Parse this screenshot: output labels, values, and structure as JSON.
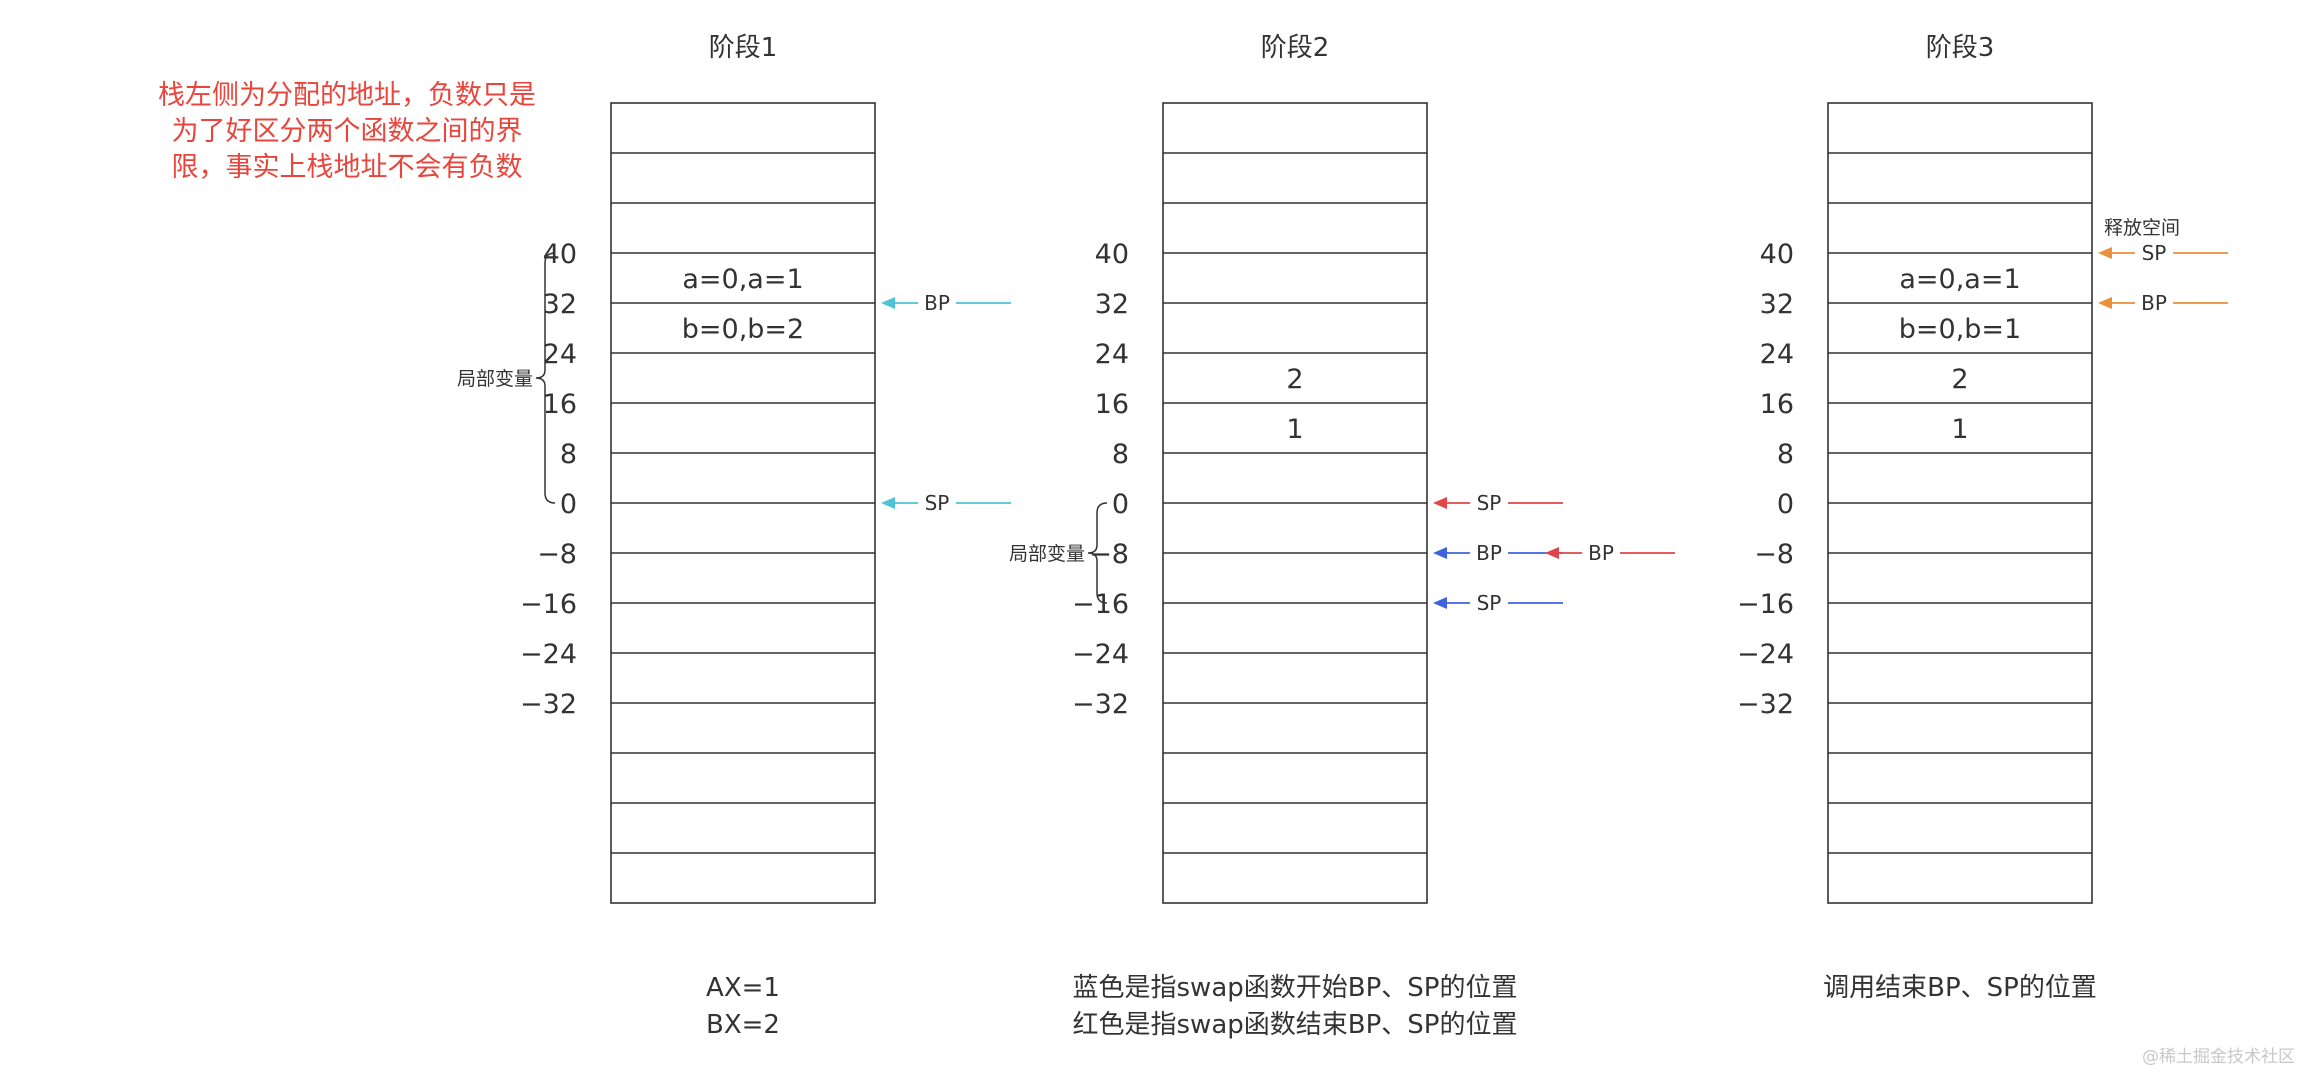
{
  "note": {
    "lines": [
      "栈左侧为分配的地址，负数只是",
      "为了好区分两个函数之间的界",
      "限，事实上栈地址不会有负数"
    ],
    "color": "#e8453c"
  },
  "watermark": "@稀土掘金技术社区",
  "colors": {
    "cyan": "#4fc3d3",
    "red": "#e0454a",
    "blue": "#3e63de",
    "orange": "#e8913a"
  },
  "stages": [
    {
      "title": "阶段1",
      "address_labels": [
        "40",
        "32",
        "24",
        "16",
        "8",
        "0",
        "−8",
        "−16",
        "−24",
        "−32"
      ],
      "cells": [
        {
          "row": 3,
          "text": "a=0,a=1"
        },
        {
          "row": 4,
          "text": "b=0,b=2"
        }
      ],
      "bracket": {
        "label": "局部变量",
        "from_row": 3,
        "to_row": 8
      },
      "pointers": [
        {
          "label": "BP",
          "line": 4,
          "color": "cyan",
          "offset": 0
        },
        {
          "label": "SP",
          "line": 8,
          "color": "cyan",
          "offset": 0
        }
      ],
      "caption": [
        "AX=1",
        "BX=2"
      ]
    },
    {
      "title": "阶段2",
      "address_labels": [
        "40",
        "32",
        "24",
        "16",
        "8",
        "0",
        "−8",
        "−16",
        "−24",
        "−32"
      ],
      "cells": [
        {
          "row": 5,
          "text": "2"
        },
        {
          "row": 6,
          "text": "1"
        }
      ],
      "bracket": {
        "label": "局部变量",
        "from_row": 8,
        "to_row": 10
      },
      "pointers": [
        {
          "label": "SP",
          "line": 8,
          "color": "red",
          "offset": 0
        },
        {
          "label": "BP",
          "line": 9,
          "color": "blue",
          "offset": 0
        },
        {
          "label": "BP",
          "line": 9,
          "color": "red",
          "offset": 1
        },
        {
          "label": "SP",
          "line": 10,
          "color": "blue",
          "offset": 0
        }
      ],
      "caption": [
        "蓝色是指swap函数开始BP、SP的位置",
        "红色是指swap函数结束BP、SP的位置"
      ]
    },
    {
      "title": "阶段3",
      "address_labels": [
        "40",
        "32",
        "24",
        "16",
        "8",
        "0",
        "−8",
        "−16",
        "−24",
        "−32"
      ],
      "cells": [
        {
          "row": 3,
          "text": "a=0,a=1"
        },
        {
          "row": 4,
          "text": "b=0,b=1"
        },
        {
          "row": 5,
          "text": "2"
        },
        {
          "row": 6,
          "text": "1"
        }
      ],
      "pointer_note": "释放空间",
      "pointers": [
        {
          "label": "SP",
          "line": 3,
          "color": "orange",
          "offset": 0
        },
        {
          "label": "BP",
          "line": 4,
          "color": "orange",
          "offset": 0
        }
      ],
      "caption": [
        "调用结束BP、SP的位置"
      ]
    }
  ]
}
